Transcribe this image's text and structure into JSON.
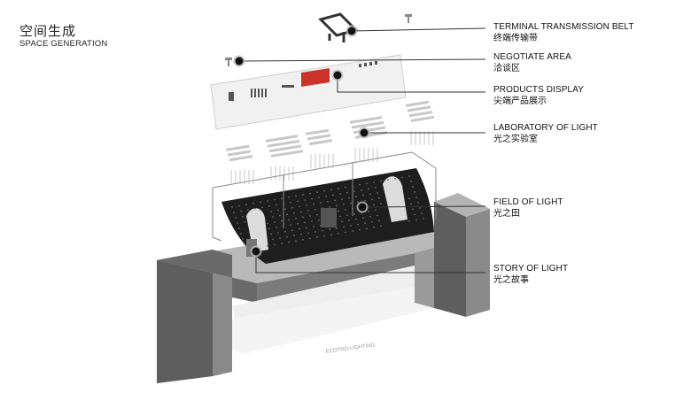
{
  "header": {
    "title_zh": "空间生成",
    "title_en": "SPACE GENERATION"
  },
  "callouts": [
    {
      "en": "TERMINAL TRANSMISSION BELT",
      "zh": "终端传输带"
    },
    {
      "en": "NEGOTIATE AREA",
      "zh": "洽谈区"
    },
    {
      "en": "PRODUCTS DISPLAY",
      "zh": "尖端产品展示"
    },
    {
      "en": "LABORATORY OF LIGHT",
      "zh": "光之实验室"
    },
    {
      "en": "FIELD OF LIGHT",
      "zh": "光之田"
    },
    {
      "en": "STORY OF LIGHT",
      "zh": "光之故事"
    }
  ],
  "base_text": "ECOTRO-LIGHTING",
  "colors": {
    "block_dark": "#5e5e5e",
    "block_mid": "#8a8a8a",
    "block_light": "#b4b4b4",
    "curved_wall": "#1e1e1e",
    "display_red": "#c9332a",
    "line": "#333333"
  }
}
